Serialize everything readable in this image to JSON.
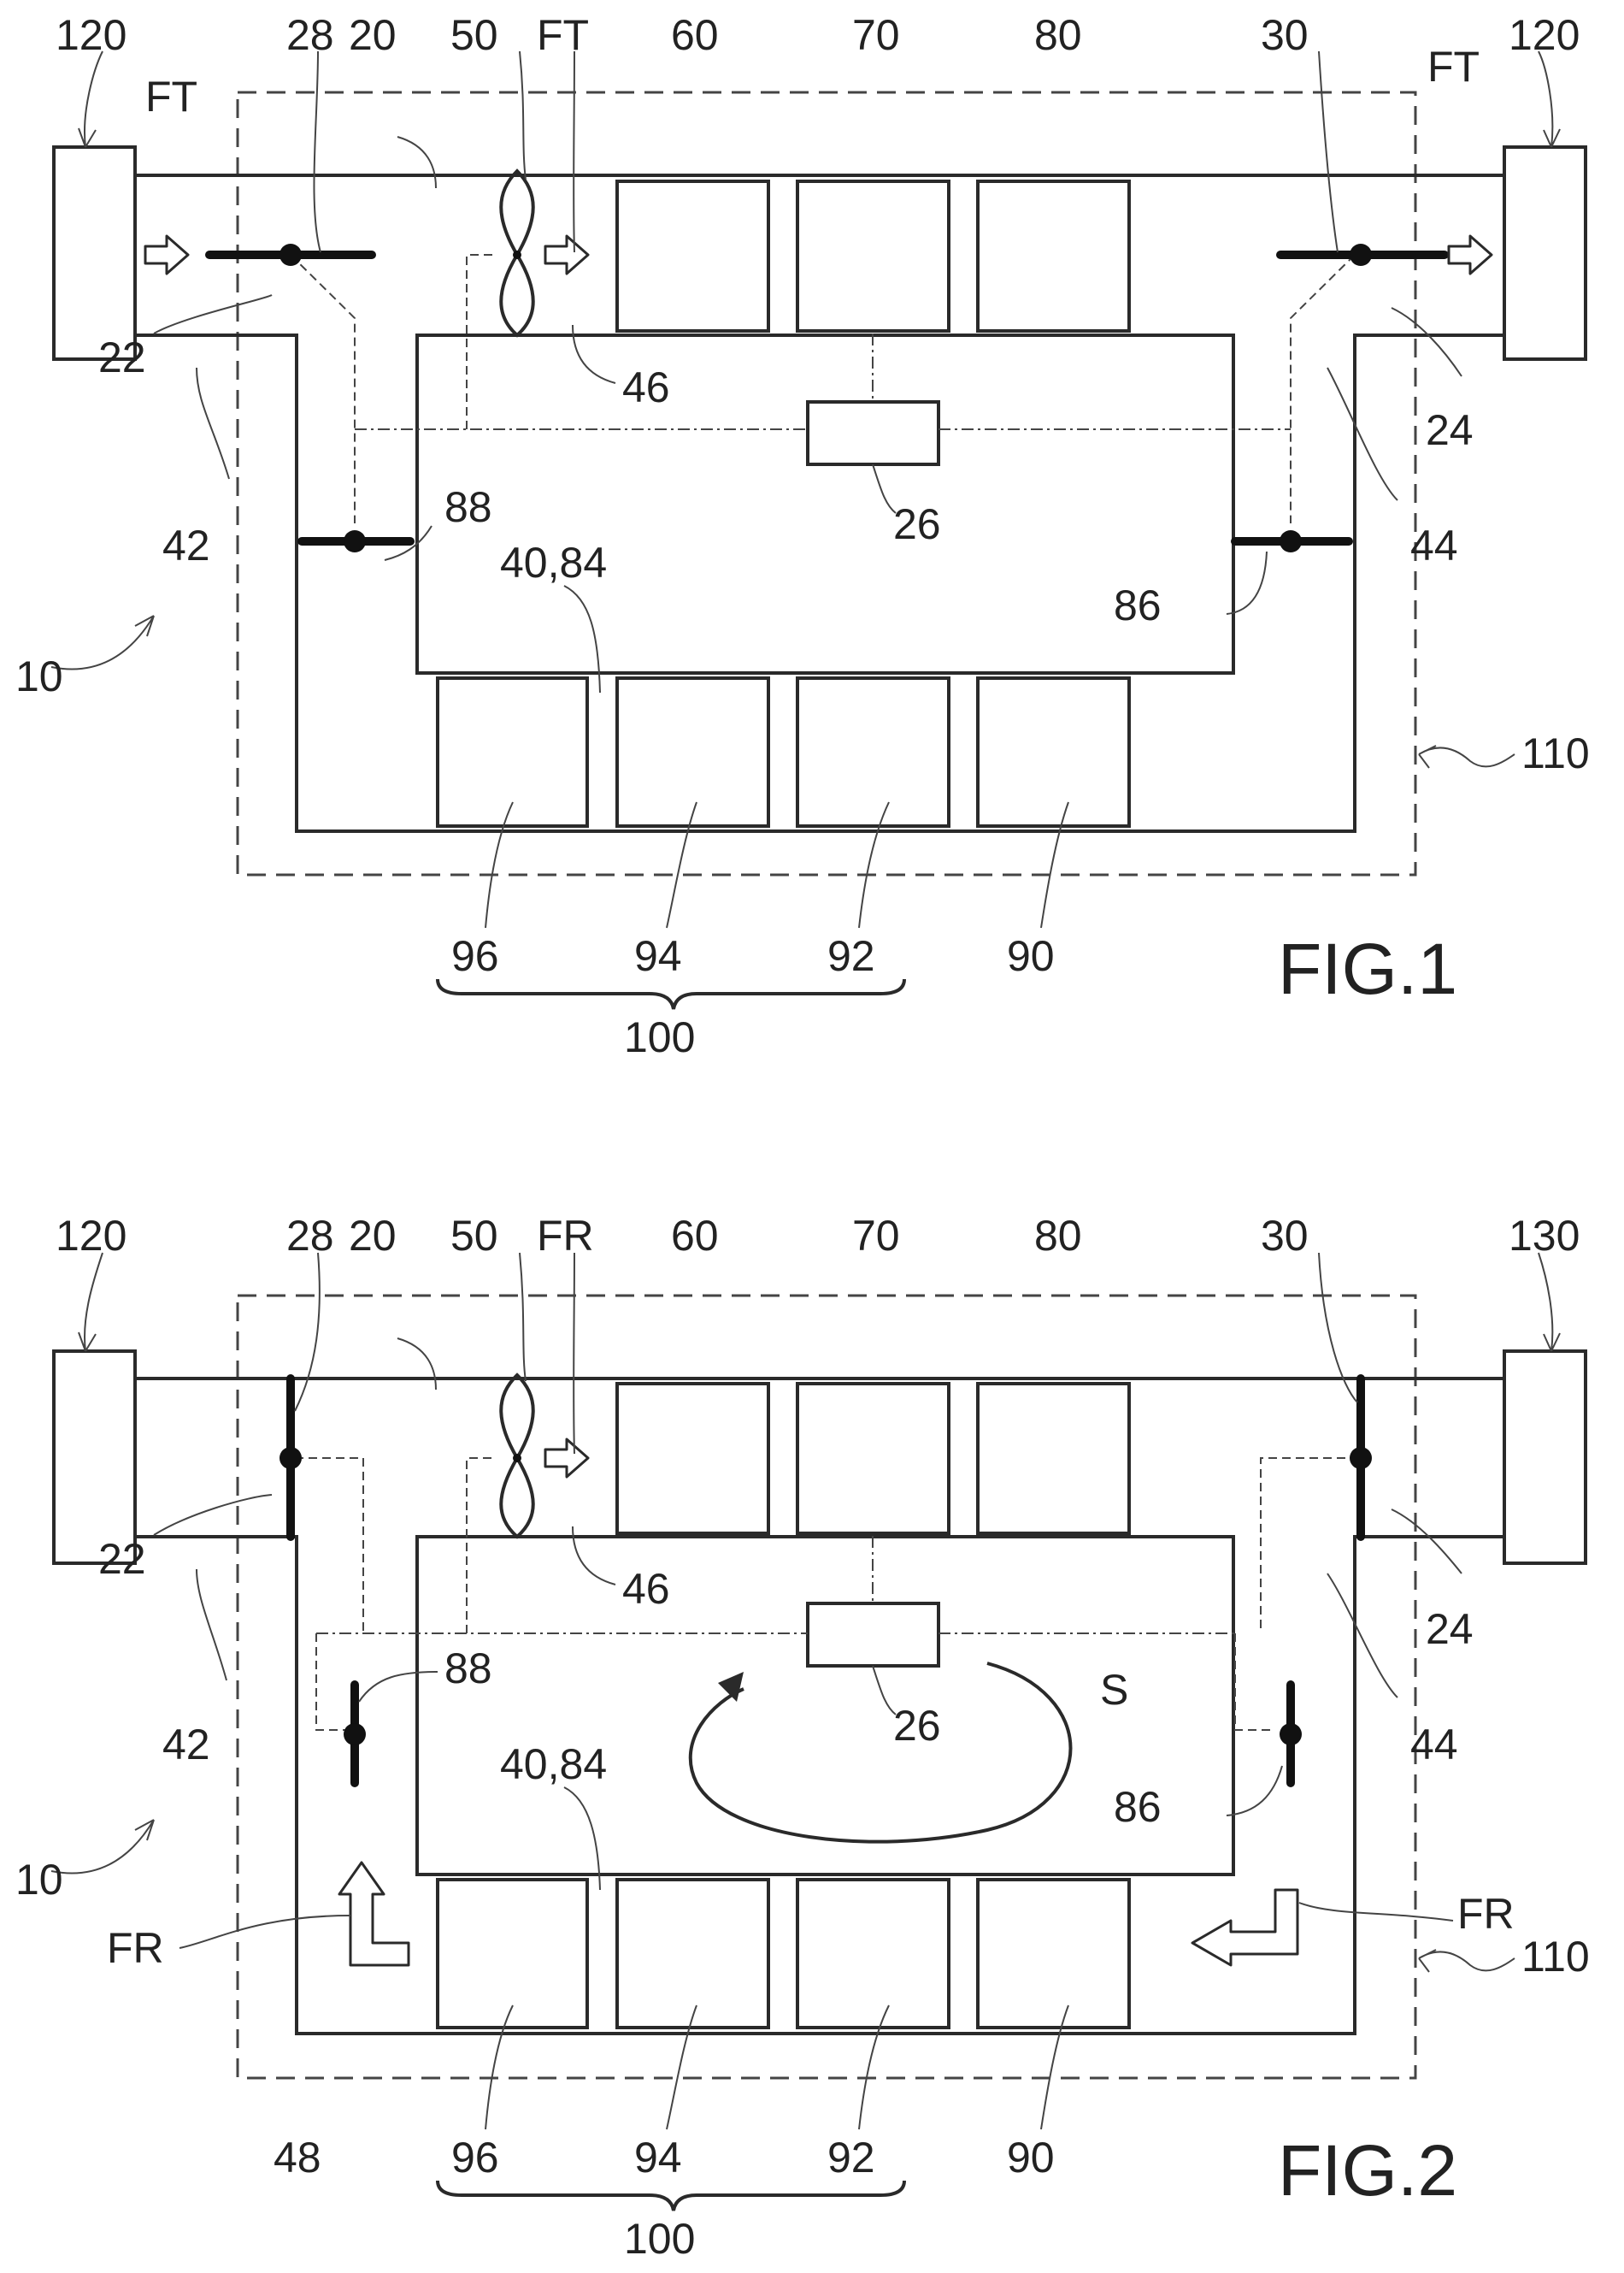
{
  "fig1": {
    "caption": "FIG.1",
    "labels": {
      "left_port": "120",
      "right_port": "120",
      "flow_left": "FT",
      "flow_center": "FT",
      "flow_right": "FT",
      "valve_left": "28",
      "duct": "20",
      "fan": "50",
      "unit_60": "60",
      "unit_70": "70",
      "unit_80": "80",
      "valve_right": "30",
      "inlet": "22",
      "outlet": "24",
      "branch_left": "42",
      "branch_right": "44",
      "passage": "46",
      "controller": "26",
      "inner_valve_left": "88",
      "inner_valve_right": "86",
      "chamber": "40,84",
      "system": "10",
      "enclosure": "110",
      "unit_96": "96",
      "unit_94": "94",
      "unit_92": "92",
      "unit_90": "90",
      "group": "100"
    }
  },
  "fig2": {
    "caption": "FIG.2",
    "labels": {
      "left_port": "120",
      "right_port": "130",
      "valve_left": "28",
      "duct": "20",
      "fan": "50",
      "flow_center": "FR",
      "unit_60": "60",
      "unit_70": "70",
      "unit_80": "80",
      "valve_right": "30",
      "inlet": "22",
      "outlet": "24",
      "branch_left": "42",
      "branch_right": "44",
      "passage": "46",
      "controller": "26",
      "swirl": "S",
      "inner_valve_left": "88",
      "inner_valve_right": "86",
      "chamber": "40,84",
      "system": "10",
      "flow_left": "FR",
      "flow_right": "FR",
      "enclosure": "110",
      "lower_passage": "48",
      "unit_96": "96",
      "unit_94": "94",
      "unit_92": "92",
      "unit_90": "90",
      "group": "100"
    }
  }
}
